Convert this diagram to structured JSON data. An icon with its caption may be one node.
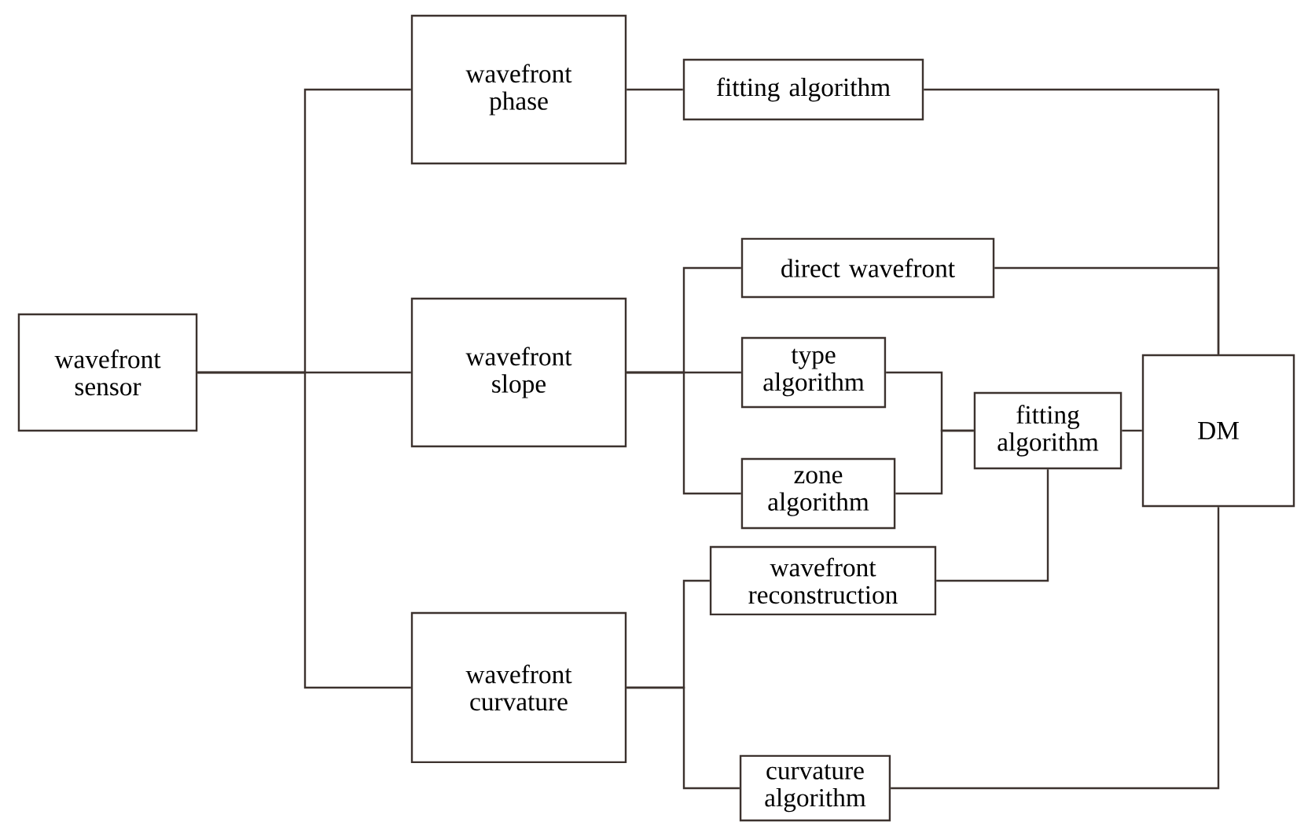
{
  "diagram": {
    "nodes": [
      {
        "text": [
          "wavefront sensor"
        ]
      },
      {
        "text": [
          "wavefront phase"
        ]
      },
      {
        "text": [
          "fitting algorithm"
        ]
      },
      {
        "text": [
          "wavefront slope"
        ]
      },
      {
        "text": [
          "direct wavefront"
        ]
      },
      {
        "text": [
          "type algorithm"
        ]
      },
      {
        "text": [
          "zone algorithm"
        ]
      },
      {
        "text": [
          "fitting algorithm"
        ]
      },
      {
        "text": [
          "DM"
        ]
      },
      {
        "text": [
          "wavefront reconstruction"
        ]
      },
      {
        "text": [
          "wavefront curvature"
        ]
      },
      {
        "text": [
          "curvature algorithm"
        ]
      }
    ],
    "edges": [
      {
        "from": 0,
        "to": 1,
        "arrow": "none"
      },
      {
        "from": 0,
        "to": 3,
        "arrow": "none"
      },
      {
        "from": 0,
        "to": 10,
        "arrow": "none"
      },
      {
        "from": 1,
        "to": 2,
        "arrow": "none"
      },
      {
        "from": 2,
        "to": 8,
        "arrow": "none"
      },
      {
        "from": 3,
        "to": 4,
        "arrow": "none"
      },
      {
        "from": 3,
        "to": 5,
        "arrow": "none"
      },
      {
        "from": 3,
        "to": 6,
        "arrow": "none"
      },
      {
        "from": 4,
        "to": 8,
        "arrow": "none"
      },
      {
        "from": 5,
        "to": 7,
        "arrow": "none"
      },
      {
        "from": 6,
        "to": 7,
        "arrow": "none"
      },
      {
        "from": 7,
        "to": 8,
        "arrow": "none"
      },
      {
        "from": 9,
        "to": 7,
        "arrow": "none"
      },
      {
        "from": 10,
        "to": 9,
        "arrow": "none"
      },
      {
        "from": 10,
        "to": 11,
        "arrow": "none"
      },
      {
        "from": 11,
        "to": 8,
        "arrow": "none"
      }
    ]
  }
}
